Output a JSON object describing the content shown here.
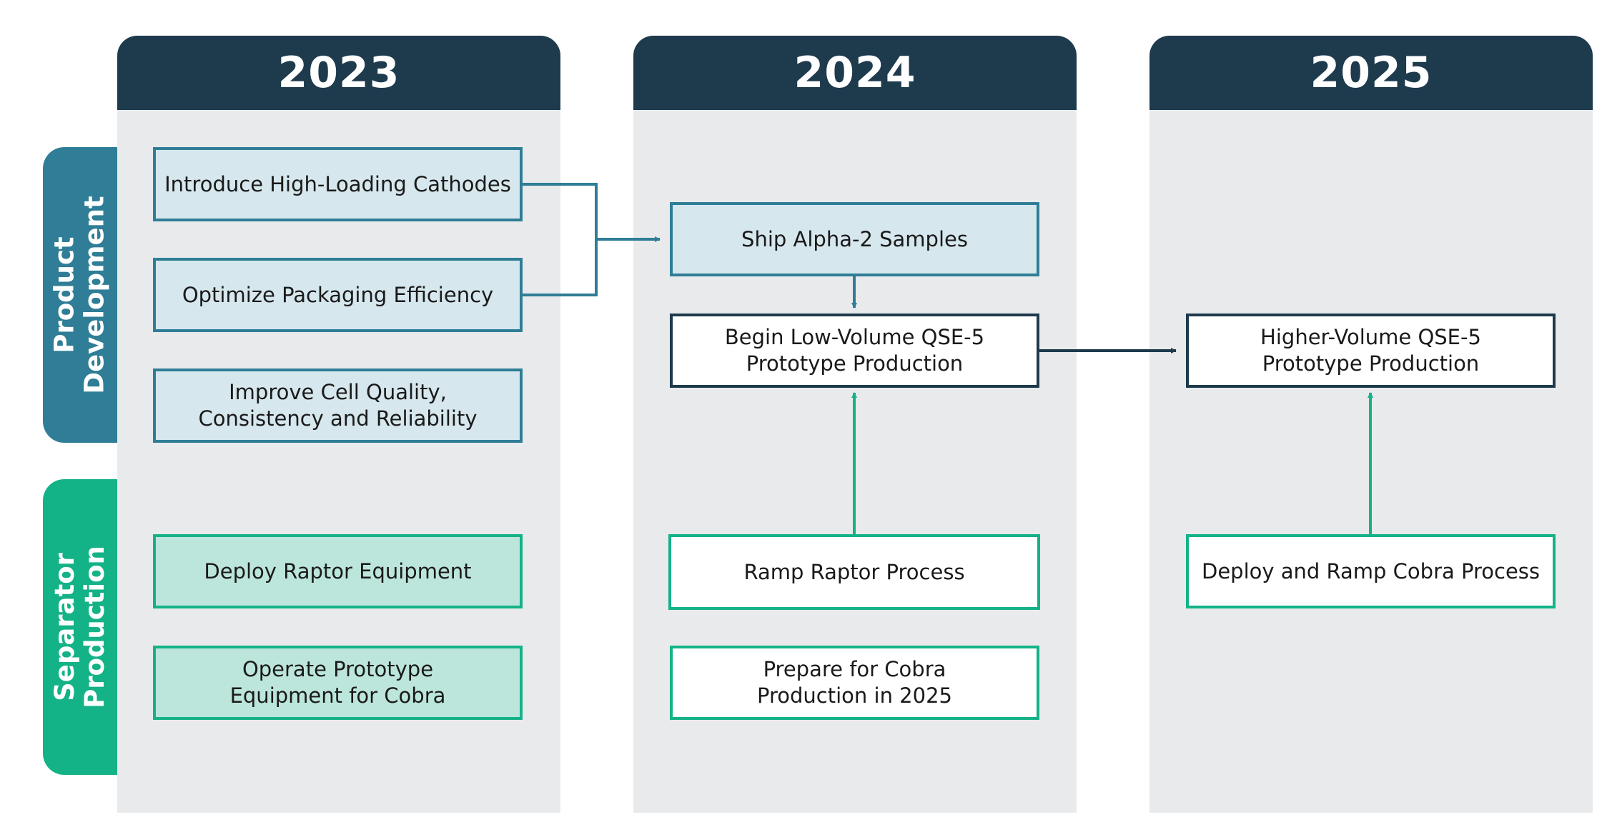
{
  "columns": [
    {
      "year": "2023"
    },
    {
      "year": "2024"
    },
    {
      "year": "2025"
    }
  ],
  "rows": {
    "product_development": {
      "label": "Product\nDevelopment",
      "color": "#2f7d96"
    },
    "separator_production": {
      "label": "Separator\nProduction",
      "color": "#14b287"
    }
  },
  "boxes": {
    "introduce_cathodes": "Introduce High-Loading Cathodes",
    "optimize_packaging": "Optimize Packaging Efficiency",
    "improve_cell_quality": "Improve Cell Quality,\nConsistency and Reliability",
    "ship_alpha2": "Ship Alpha-2 Samples",
    "begin_low_volume": "Begin Low-Volume QSE-5\nPrototype Production",
    "higher_volume": "Higher-Volume QSE-5\nPrototype Production",
    "deploy_raptor": "Deploy Raptor Equipment",
    "operate_prototype": "Operate Prototype\nEquipment for Cobra",
    "ramp_raptor": "Ramp Raptor Process",
    "prepare_cobra": "Prepare for Cobra\nProduction in 2025",
    "deploy_ramp_cobra": "Deploy and Ramp Cobra Process"
  },
  "colors": {
    "header_dark": "#1e3a4d",
    "column_bg": "#e8eaec",
    "product_blue": "#2f7d96",
    "product_box_fill": "#d6e7ed",
    "separator_green": "#14b287",
    "separator_box_fill": "#bce6dc"
  }
}
